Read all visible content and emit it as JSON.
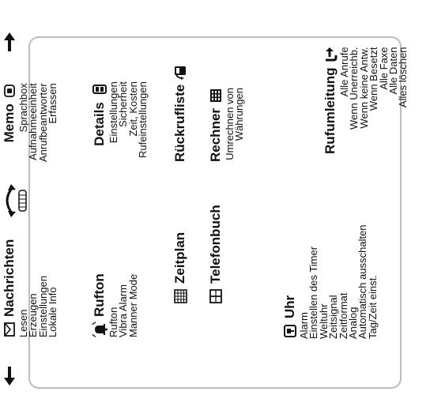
{
  "menus": [
    {
      "id": "nachrichten",
      "title": "Nachrichten",
      "icon": "envelope-icon",
      "items": [
        "Lesen",
        "Erzeugen",
        "Einstellungen",
        "Lokale Info"
      ]
    },
    {
      "id": "memo",
      "title": "Memo",
      "icon": "memo-icon",
      "items": [
        "Sprachbox",
        "Aufnahmeeinheit",
        "Anrufbeantworter",
        "Erfassen"
      ]
    },
    {
      "id": "rufton",
      "title": "Rufton",
      "icon": "bell-icon",
      "items": [
        "Rufton",
        "Vibra Alarm",
        "Manner Mode"
      ]
    },
    {
      "id": "details",
      "title": "Details",
      "icon": "phone-details-icon",
      "items": [
        "Einstellungen",
        "Sicherheit",
        "Zeit, Kosten",
        "Rufeinstellungen"
      ]
    },
    {
      "id": "zeitplan",
      "title": "Zeitplan",
      "icon": "calendar-icon",
      "items": []
    },
    {
      "id": "rueckrufliste",
      "title": "Rückrufliste",
      "icon": "callback-icon",
      "items": []
    },
    {
      "id": "telefonbuch",
      "title": "Telefonbuch",
      "icon": "phonebook-icon",
      "items": []
    },
    {
      "id": "rechner",
      "title": "Rechner",
      "icon": "calculator-icon",
      "items": [
        "Umrechnen von",
        "Währungen"
      ]
    },
    {
      "id": "uhr",
      "title": "Uhr",
      "icon": "clock-icon",
      "items": [
        "Alarm",
        "Einstellen des Timer",
        "Weltuhr",
        "Zeitsignal",
        "Zeitformat",
        "Analog",
        "Automatisch ausschalten",
        "Tag/Zeit einst."
      ]
    },
    {
      "id": "rufumleitung",
      "title": "Rufumleitung",
      "icon": "call-divert-icon",
      "items": [
        "Alle Anrufe",
        "Wenn Unerreichb.",
        "Wenn keine Antw.",
        "Wenn Besetzt",
        "Alle Faxe",
        "Alle Daten",
        "Alles löschen"
      ]
    }
  ],
  "controls": {
    "left_arrow_icon": "arrow-left-icon",
    "right_arrow_icon": "arrow-right-icon",
    "rotate_icon": "rotate-roller-icon"
  },
  "colors": {
    "text": "#111111",
    "frame": "#bdbdbd",
    "background": "#ffffff"
  }
}
